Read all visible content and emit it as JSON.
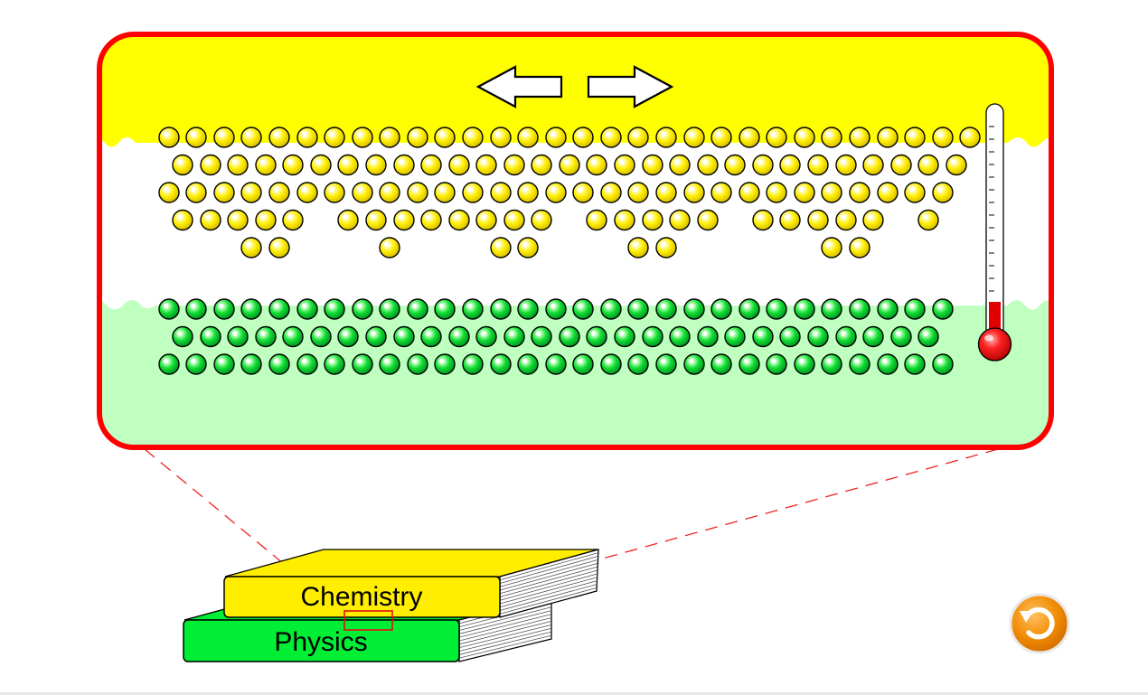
{
  "colors": {
    "frame_border": "#ff0000",
    "top_material": "#ffff00",
    "bottom_material": "#bfffbf",
    "top_atom": "#ffee00",
    "bottom_atom": "#00cc33",
    "book_top_cover": "#ffee00",
    "book_bottom_cover": "#00ee33",
    "thermometer_liquid": "#ff0000",
    "reset_button": "#f08a00"
  },
  "books": {
    "top_label": "Chemistry",
    "bottom_label": "Physics"
  },
  "icons": {
    "left_arrow": "left-arrow-icon",
    "right_arrow": "right-arrow-icon",
    "reset": "reset-icon",
    "thermometer": "thermometer-icon"
  },
  "thermometer": {
    "level": 0.18
  },
  "top_layer_rows": [
    [
      176,
      206,
      237,
      267,
      298,
      329,
      359,
      390,
      420,
      451,
      481,
      512,
      543,
      573,
      604,
      634,
      665,
      695,
      726,
      757,
      787,
      818,
      848,
      879,
      909,
      940,
      971,
      1001,
      1032,
      1062
    ],
    [
      191,
      222,
      252,
      283,
      313,
      344,
      374,
      405,
      436,
      466,
      497,
      527,
      558,
      588,
      619,
      649,
      680,
      711,
      741,
      772,
      802,
      833,
      863,
      894,
      925,
      955,
      986,
      1016,
      1047
    ],
    [
      176,
      206,
      237,
      267,
      298,
      329,
      359,
      390,
      420,
      451,
      481,
      512,
      543,
      573,
      604,
      634,
      665,
      695,
      726,
      757,
      787,
      818,
      848,
      879,
      909,
      940,
      971,
      1001,
      1032
    ],
    [
      191,
      222,
      252,
      283,
      313,
      374,
      405,
      436,
      466,
      497,
      527,
      558,
      588,
      649,
      680,
      711,
      741,
      772,
      833,
      863,
      894,
      925,
      955,
      1016
    ],
    [
      267,
      298,
      420,
      543,
      573,
      695,
      726,
      909,
      940
    ]
  ],
  "bottom_layer_rows": [
    [
      176,
      206,
      237,
      267,
      298,
      329,
      359,
      390,
      420,
      451,
      481,
      512,
      543,
      573,
      604,
      634,
      665,
      695,
      726,
      757,
      787,
      818,
      848,
      879,
      909,
      940,
      971,
      1001,
      1032
    ],
    [
      191,
      222,
      252,
      283,
      313,
      344,
      374,
      405,
      436,
      466,
      497,
      527,
      558,
      588,
      619,
      649,
      680,
      711,
      741,
      772,
      802,
      833,
      863,
      894,
      925,
      955,
      986,
      1016
    ],
    [
      176,
      206,
      237,
      267,
      298,
      329,
      359,
      390,
      420,
      451,
      481,
      512,
      543,
      573,
      604,
      634,
      665,
      695,
      726,
      757,
      787,
      818,
      848,
      879,
      909,
      940,
      971,
      1001,
      1032
    ]
  ]
}
